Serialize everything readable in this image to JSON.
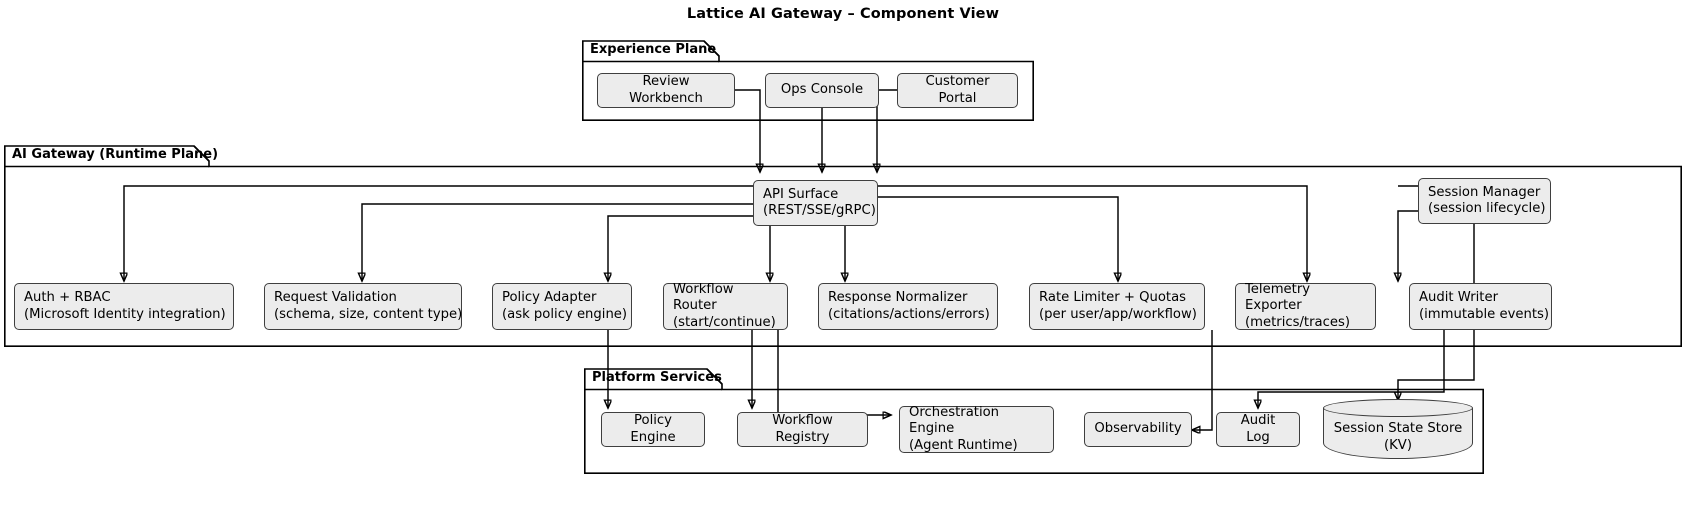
{
  "title": "Lattice AI Gateway – Component View",
  "packages": {
    "experience": {
      "name": "Experience Plane"
    },
    "runtime": {
      "name": "AI Gateway (Runtime Plane)"
    },
    "platform": {
      "name": "Platform Services"
    }
  },
  "experience_plane": {
    "nodes": [
      {
        "id": "review-workbench",
        "line1": "Review Workbench",
        "line2": ""
      },
      {
        "id": "ops-console",
        "line1": "Ops Console",
        "line2": ""
      },
      {
        "id": "customer-portal",
        "line1": "Customer Portal",
        "line2": ""
      }
    ]
  },
  "runtime_plane": {
    "api_surface": {
      "id": "api-surface",
      "line1": "API Surface",
      "line2": "(REST/SSE/gRPC)"
    },
    "session_manager": {
      "id": "session-manager",
      "line1": "Session Manager",
      "line2": "(session lifecycle)"
    },
    "nodes": [
      {
        "id": "auth-rbac",
        "line1": "Auth + RBAC",
        "line2": "(Microsoft Identity integration)"
      },
      {
        "id": "request-validation",
        "line1": "Request Validation",
        "line2": "(schema, size, content type)"
      },
      {
        "id": "policy-adapter",
        "line1": "Policy Adapter",
        "line2": "(ask policy engine)"
      },
      {
        "id": "workflow-router",
        "line1": "Workflow Router",
        "line2": "(start/continue)"
      },
      {
        "id": "response-normalizer",
        "line1": "Response Normalizer",
        "line2": "(citations/actions/errors)"
      },
      {
        "id": "rate-limiter",
        "line1": "Rate Limiter + Quotas",
        "line2": "(per user/app/workflow)"
      },
      {
        "id": "telemetry-exporter",
        "line1": "Telemetry Exporter",
        "line2": "(metrics/traces)"
      },
      {
        "id": "audit-writer",
        "line1": "Audit Writer",
        "line2": "(immutable events)"
      }
    ]
  },
  "platform_services": {
    "nodes": [
      {
        "id": "policy-engine",
        "line1": "Policy Engine",
        "line2": ""
      },
      {
        "id": "workflow-registry",
        "line1": "Workflow Registry",
        "line2": ""
      },
      {
        "id": "orchestration-engine",
        "line1": "Orchestration Engine",
        "line2": "(Agent Runtime)"
      },
      {
        "id": "observability",
        "line1": "Observability",
        "line2": ""
      },
      {
        "id": "audit-log",
        "line1": "Audit Log",
        "line2": ""
      }
    ],
    "datastore": {
      "id": "session-state-store",
      "line1": "Session State Store",
      "line2": "(KV)"
    }
  },
  "colors": {
    "node_fill": "#ececec",
    "node_stroke": "#3f3f3f",
    "frame_stroke": "#000000",
    "connector": "#000000",
    "background": "#ffffff"
  }
}
